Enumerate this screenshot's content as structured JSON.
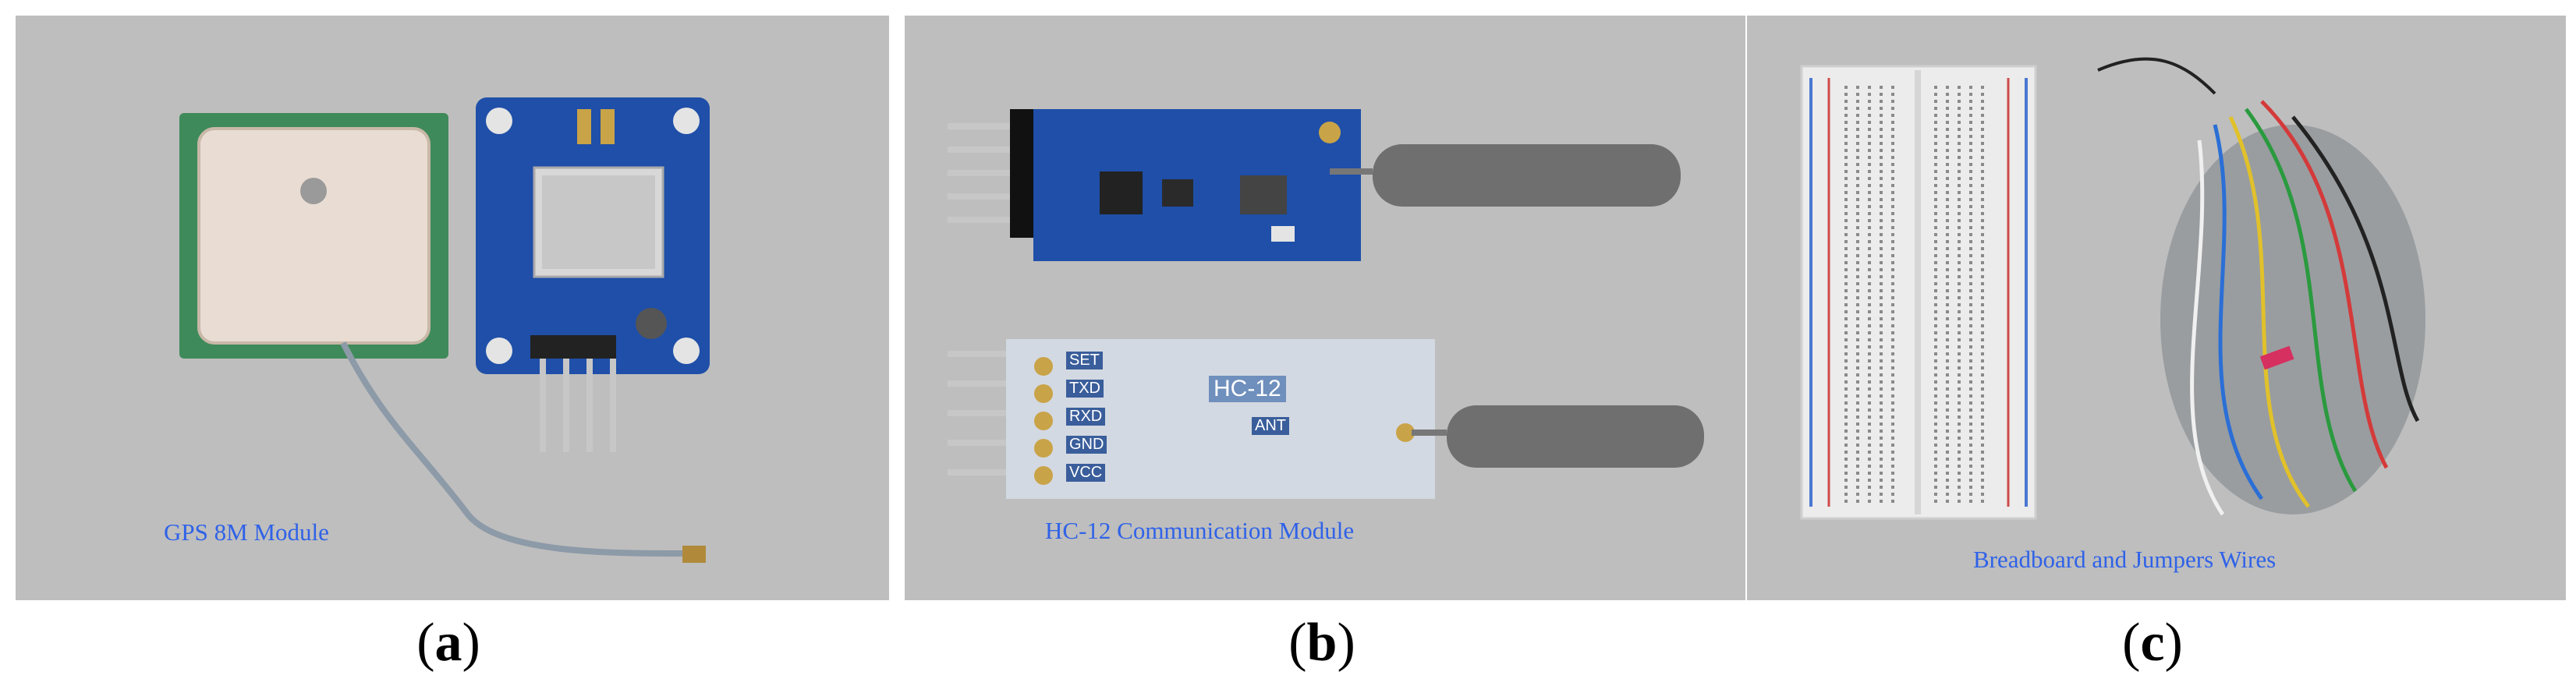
{
  "panels": [
    {
      "caption": "GPS 8M Module",
      "label_open": "(",
      "label_letter": "a",
      "label_close": ")"
    },
    {
      "caption": "HC-12 Communication Module",
      "label_open": "(",
      "label_letter": "b",
      "label_close": ")"
    },
    {
      "caption": "Breadboard and Jumpers Wires",
      "label_open": "(",
      "label_letter": "c",
      "label_close": ")"
    }
  ],
  "hc12_pins": [
    "SET",
    "TXD",
    "RXD",
    "GND",
    "VCC"
  ],
  "hc12_name": "HC-12",
  "hc12_ant": "ANT",
  "colors": {
    "panel_bg": "#bebebe",
    "caption": "#2f62e8",
    "pcb_blue": "#1f4fa8",
    "patch_antenna": "#e9ddd3",
    "antenna_base": "#3f8a5a",
    "coil": "#6f6f6f"
  }
}
